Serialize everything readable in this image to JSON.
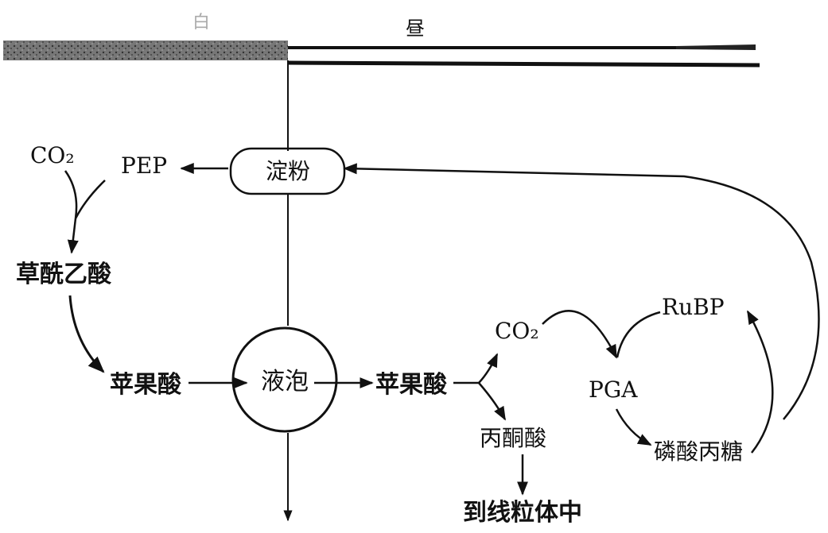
{
  "header": {
    "left_mark": "白",
    "right_mark": "昼"
  },
  "nodes": {
    "co2_left": "CO₂",
    "pep": "PEP",
    "starch": "淀粉",
    "oaa": "草酰乙酸",
    "malate_left": "苹果酸",
    "vacuole": "液泡",
    "malate_right": "苹果酸",
    "co2_right": "CO₂",
    "pyruvate": "丙酮酸",
    "to_mito": "到线粒体中",
    "rubp": "RuBP",
    "pga": "PGA",
    "triose_p": "磷酸丙糖"
  }
}
